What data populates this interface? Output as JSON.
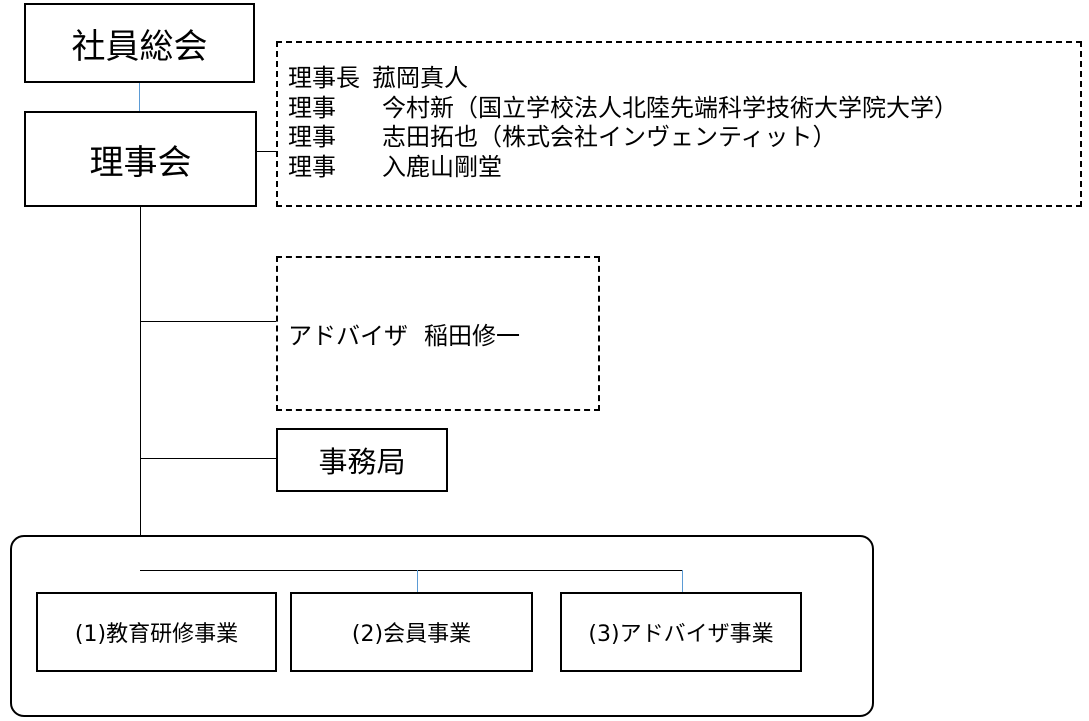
{
  "nodes": {
    "general_assembly": "社員総会",
    "board": "理事会",
    "office": "事務局"
  },
  "board_members": [
    {
      "role": "理事長",
      "name": "菰岡真人"
    },
    {
      "role": "理事",
      "name": "今村新（国立学校法人北陸先端科学技術大学院大学）"
    },
    {
      "role": "理事",
      "name": "志田拓也（株式会社インヴェンティット）"
    },
    {
      "role": "理事",
      "name": "入鹿山剛堂"
    }
  ],
  "advisor": {
    "role": "アドバイザ",
    "name": "稲田修一"
  },
  "projects": [
    "(1)教育研修事業",
    "(2)会員事業",
    "(3)アドバイザ事業"
  ],
  "colors": {
    "line": "#000000",
    "assembly_connector": "#5b9bd5",
    "project_connector": "#5b9bd5"
  }
}
